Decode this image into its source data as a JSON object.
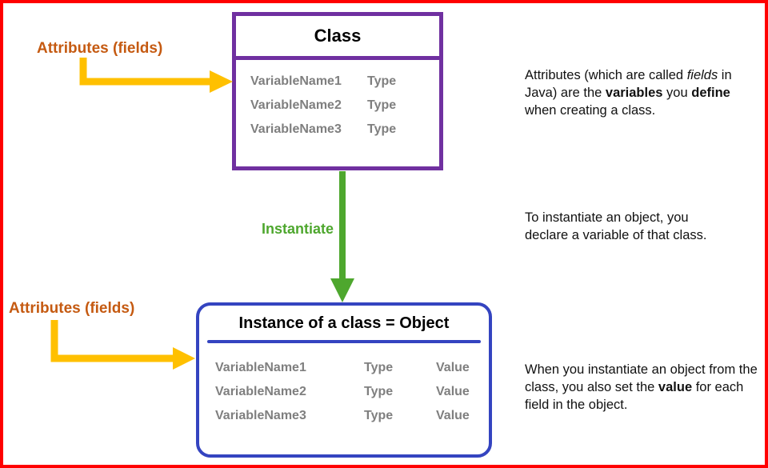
{
  "class_box": {
    "title": "Class",
    "rows": [
      {
        "name": "VariableName1",
        "type": "Type"
      },
      {
        "name": "VariableName2",
        "type": "Type"
      },
      {
        "name": "VariableName3",
        "type": "Type"
      }
    ]
  },
  "instance_box": {
    "title": "Instance of a class = Object",
    "rows": [
      {
        "name": "VariableName1",
        "type": "Type",
        "value": "Value"
      },
      {
        "name": "VariableName2",
        "type": "Type",
        "value": "Value"
      },
      {
        "name": "VariableName3",
        "type": "Type",
        "value": "Value"
      }
    ]
  },
  "labels": {
    "attributes_top": "Attributes (fields)",
    "attributes_bottom": "Attributes (fields)",
    "instantiate": "Instantiate"
  },
  "notes": {
    "class_note": [
      {
        "text": "Attributes (which are called "
      },
      {
        "text": "fields",
        "style": "italic"
      },
      {
        "text": " in Java) are the "
      },
      {
        "text": "variables",
        "style": "bold"
      },
      {
        "text": " you "
      },
      {
        "text": "define",
        "style": "bold"
      },
      {
        "text": " when creating a class."
      }
    ],
    "instantiate_note": [
      {
        "text": "To instantiate an object, you declare a variable of that class."
      }
    ],
    "object_note": [
      {
        "text": "When you instantiate an object from the class, you also set the "
      },
      {
        "text": "value",
        "style": "bold"
      },
      {
        "text": " for each field in the object."
      }
    ]
  },
  "colors": {
    "border-red": "#FF0000",
    "purple": "#7030A0",
    "blue": "#3444C0",
    "green": "#4EA72E",
    "gold": "#FFC000",
    "orange": "#C55A11",
    "gray-text": "#7F7F7F"
  }
}
